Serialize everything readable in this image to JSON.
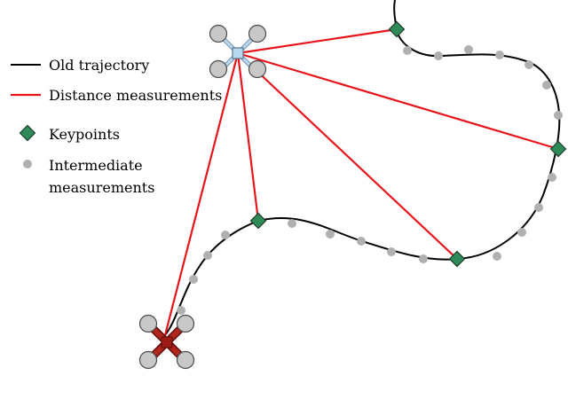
{
  "legend": {
    "old_trajectory": "Old trajectory",
    "distance_measurements": "Distance measurements",
    "keypoints": "Keypoints",
    "intermediate_line1": "Intermediate",
    "intermediate_line2": "measurements"
  },
  "colors": {
    "trajectory": "#000000",
    "distance": "#e8141c",
    "keypoint_fill": "#2e8b57",
    "keypoint_stroke": "#1f3d2a",
    "intermediate": "#b0b0b0",
    "drone_current": "#b8d8ee",
    "drone_start": "#b3261e",
    "rotor": "#c8c8c8"
  },
  "icons": {
    "current_drone": "quadcopter-icon",
    "start_drone": "quadcopter-icon"
  }
}
